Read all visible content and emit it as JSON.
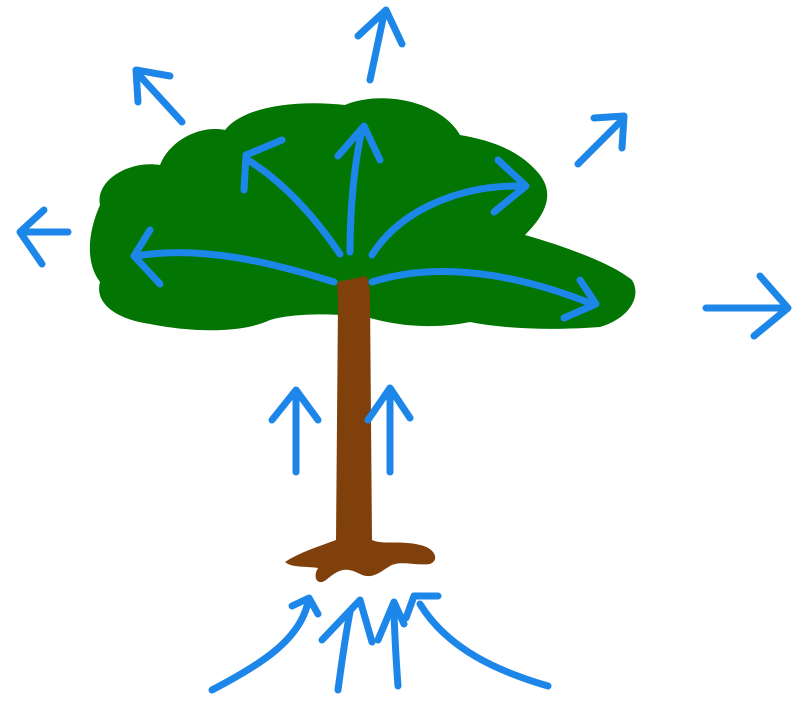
{
  "diagram": {
    "subject": "tree",
    "colors": {
      "background": "#ffffff",
      "canopy": "#037503",
      "trunk": "#80400c",
      "arrow": "#1c87e8"
    },
    "elements": [
      "roots-uptake-arrows",
      "trunk-upflow-arrows",
      "canopy-branch-arrows",
      "outward-release-arrows"
    ]
  }
}
